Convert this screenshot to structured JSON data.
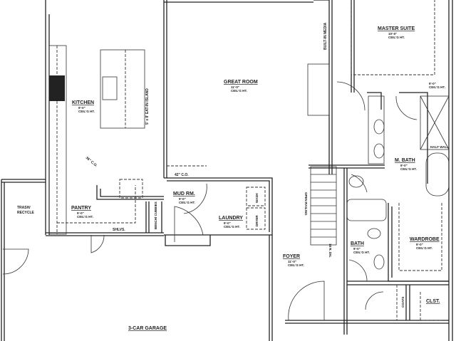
{
  "rooms": {
    "kitchen": {
      "name": "KITCHEN",
      "height": "9'-0\"",
      "ceiling": "CEIL'G HT."
    },
    "island": "5' x 8' EAT-IN ISLAND",
    "great_room": {
      "name": "GREAT ROOM",
      "height": "11'-0\"",
      "ceiling": "CEIL'G HT."
    },
    "built_in_media": "BUILT-IN MEDIA",
    "master_suite": {
      "name": "MASTER SUITE",
      "height": "10'-0\"",
      "ceiling": "CEIL'G HT."
    },
    "master_closet_height": {
      "height": "9'-0\"",
      "ceiling": "CEIL'G HT."
    },
    "m_bath": {
      "name": "M. BATH",
      "height": "9'-0\"",
      "ceiling": "CEIL'G HT."
    },
    "half_wall": "HALF WALL",
    "co_36": "36\" C.O.",
    "co_42": "42\" C.O.",
    "pantry": {
      "name": "PANTRY",
      "height": "9'-0\"",
      "ceiling": "CEIL'G HT."
    },
    "shelves": "SHLVS.",
    "bench": "BENCH/ CUBBIES",
    "mud_room": {
      "name": "MUD RM.",
      "height": "9'-0\"",
      "ceiling": "CEIL'G HT."
    },
    "laundry": {
      "name": "LAUNDRY",
      "height": "9'-0\"",
      "ceiling": "CEIL'G HT."
    },
    "wash": "WASH",
    "dryer": "DRYER",
    "trash": {
      "line1": "TRASH/",
      "line2": "RECYCLE"
    },
    "garage": "3-CAR GARAGE",
    "foyer": {
      "name": "FOYER",
      "height": "11'-0\"",
      "ceiling": "CEIL'G HT."
    },
    "open_railing": "OPEN RAILING",
    "stairs": "18 R. DN.",
    "bath": {
      "name": "BATH",
      "height": "9'-0\"",
      "ceiling": "CEIL'G HT."
    },
    "wardrobe": {
      "name": "WARDROBE",
      "height": "9'-0\"",
      "ceiling": "CEIL'G HT."
    },
    "coats": "COATS",
    "closet": "CLST."
  }
}
